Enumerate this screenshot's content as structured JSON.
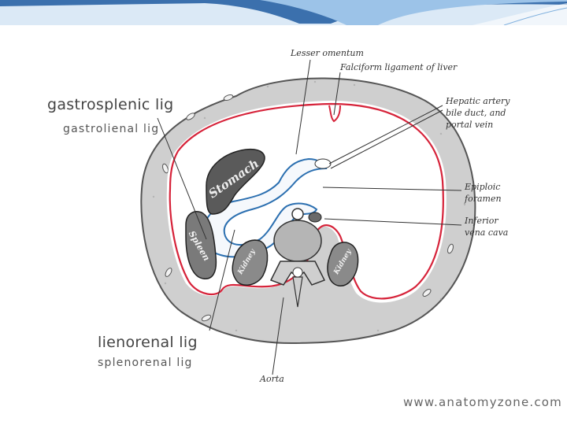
{
  "header": {
    "colors": {
      "band": "#1e5aa0",
      "band_light": "#9cc3e8",
      "accent": "#c8dff2"
    }
  },
  "annotations": {
    "gastrosplenic": "gastrosplenic lig",
    "gastrolienal": "gastrolienal lig",
    "lienorenal": "lienorenal lig",
    "splenorenal": "splenorenal lig"
  },
  "labels": {
    "lesser_omentum": "Lesser omentum",
    "falciform": "Falciform ligament of liver",
    "hepatic_artery": [
      "Hepatic artery",
      "bile duct, and",
      "portal vein"
    ],
    "epiploic": [
      "Epiploic",
      "foramen"
    ],
    "ivc": [
      "Inferior",
      "vena cava"
    ],
    "aorta": "Aorta"
  },
  "organs": {
    "stomach": "Stomach",
    "spleen": "Spleen",
    "kidney_left": "Kidney",
    "kidney_right": "Kidney"
  },
  "watermark": "www.anatomyzone.com",
  "colors": {
    "peritoneum": "#d6233a",
    "lesser_sac": "#2b6fb0",
    "wall": "#c9c9c9",
    "organ": "#5a5a5a"
  }
}
